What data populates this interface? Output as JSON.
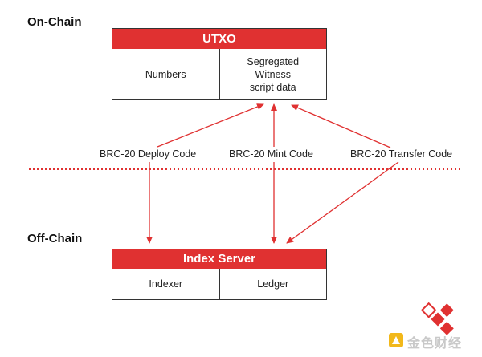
{
  "on_chain": {
    "title": "On-Chain",
    "utxo": {
      "header": "UTXO",
      "cells": [
        "Numbers",
        "Segregated\nWitness\nscript data"
      ]
    }
  },
  "off_chain": {
    "title": "Off-Chain",
    "index_server": {
      "header": "Index Server",
      "cells": [
        "Indexer",
        "Ledger"
      ]
    }
  },
  "codes": {
    "deploy": "BRC-20 Deploy Code",
    "mint": "BRC-20 Mint Code",
    "transfer": "BRC-20 Transfer Code"
  },
  "watermark": {
    "text": "金色财经"
  },
  "colors": {
    "accent": "#e03131",
    "line": "#333333"
  }
}
